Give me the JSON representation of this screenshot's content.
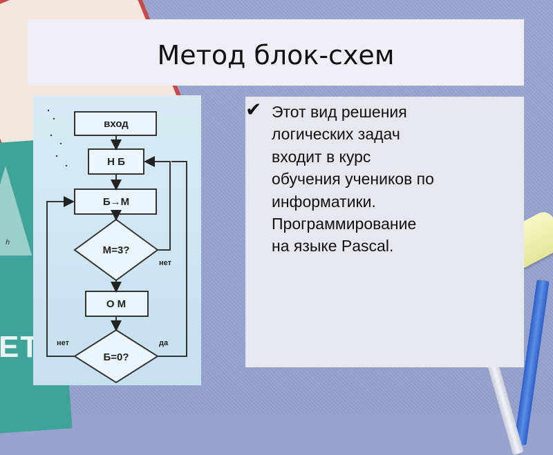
{
  "slide": {
    "title": "Метод блок-схем",
    "bullet_icon": "check-mark-icon",
    "bullet_lines": [
      "Этот вид решения",
      "логических задач",
      "входит в курс",
      "обучения учеников по",
      "информатики.",
      "Программирование",
      "на языке Pascal."
    ]
  },
  "flowchart": {
    "entry": "вход",
    "nb": "Н Б",
    "b_to_m": "Б→М",
    "cond1": "М=3?",
    "no1": "нет",
    "om": "О М",
    "cond2": "Б=0?",
    "no2": "нет",
    "yes2": "да"
  },
  "background": {
    "book_letters": "ЕТ\nБ",
    "book_h": "h"
  }
}
